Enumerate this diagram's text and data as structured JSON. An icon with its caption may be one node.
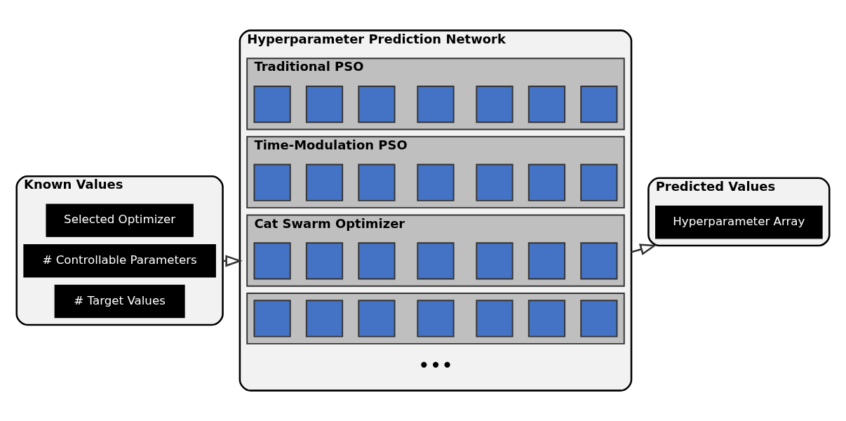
{
  "diagram": {
    "nodes": [
      {
        "text": [
          "Known Values"
        ]
      },
      {
        "text": [
          "Selected Optimizer"
        ],
        "in": 0
      },
      {
        "text": [
          "# Controllable Parameters"
        ],
        "in": 0
      },
      {
        "text": [
          "# Target Values"
        ],
        "in": 0
      },
      {
        "text": [
          "Hyperparameter Prediction Network"
        ]
      },
      {
        "text": [
          "Traditional PSO"
        ],
        "in": 4
      },
      {
        "text": [],
        "shape": "box",
        "in": 5
      },
      {
        "text": [],
        "shape": "box",
        "in": 5
      },
      {
        "text": [],
        "shape": "box",
        "in": 5
      },
      {
        "text": [],
        "shape": "box",
        "in": 5
      },
      {
        "text": [],
        "shape": "box",
        "in": 5
      },
      {
        "text": [],
        "shape": "box",
        "in": 5
      },
      {
        "text": [],
        "shape": "box",
        "in": 5
      },
      {
        "text": [
          "Time-Modulation PSO"
        ],
        "in": 4
      },
      {
        "text": [],
        "shape": "box",
        "in": 13
      },
      {
        "text": [],
        "shape": "box",
        "in": 13
      },
      {
        "text": [],
        "shape": "box",
        "in": 13
      },
      {
        "text": [],
        "shape": "box",
        "in": 13
      },
      {
        "text": [],
        "shape": "box",
        "in": 13
      },
      {
        "text": [],
        "shape": "box",
        "in": 13
      },
      {
        "text": [],
        "shape": "box",
        "in": 13
      },
      {
        "text": [
          "Cat Swarm Optimizer"
        ],
        "in": 4
      },
      {
        "text": [],
        "shape": "box",
        "in": 21
      },
      {
        "text": [],
        "shape": "box",
        "in": 21
      },
      {
        "text": [],
        "shape": "box",
        "in": 21
      },
      {
        "text": [],
        "shape": "box",
        "in": 21
      },
      {
        "text": [],
        "shape": "box",
        "in": 21
      },
      {
        "text": [],
        "shape": "box",
        "in": 21
      },
      {
        "text": [],
        "shape": "box",
        "in": 21
      },
      {
        "text": [],
        "shape": "bar",
        "in": 4
      },
      {
        "text": [],
        "shape": "box",
        "in": 29
      },
      {
        "text": [],
        "shape": "box",
        "in": 29
      },
      {
        "text": [],
        "shape": "box",
        "in": 29
      },
      {
        "text": [],
        "shape": "box",
        "in": 29
      },
      {
        "text": [],
        "shape": "box",
        "in": 29
      },
      {
        "text": [],
        "shape": "box",
        "in": 29
      },
      {
        "text": [],
        "shape": "box",
        "in": 29
      },
      {
        "text": [
          "Predicted Values"
        ]
      },
      {
        "text": [
          "Hyperparameter Array"
        ],
        "in": 37
      }
    ],
    "edges": [
      {
        "from": 0,
        "to": 4,
        "arrow": "to"
      },
      {
        "from": 4,
        "to": 37,
        "arrow": "to"
      }
    ],
    "labels": [
      "•••"
    ]
  }
}
